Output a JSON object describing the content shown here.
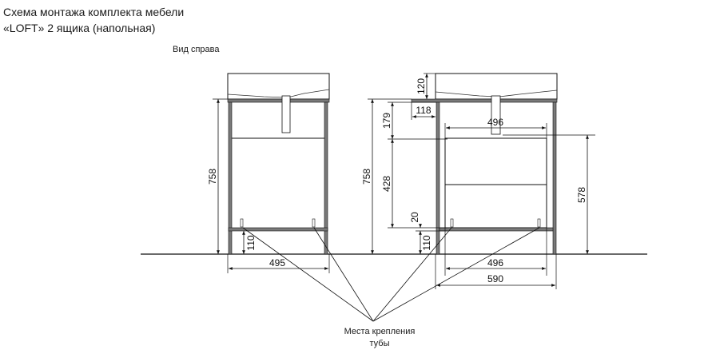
{
  "title": {
    "line1": "Схема монтажа комплекта мебели",
    "line2": "«LOFT» 2 ящика (напольная)"
  },
  "views": {
    "side_label": "Вид справа"
  },
  "dimensions": {
    "side_view": {
      "total_height": "758",
      "stretcher_height": "110",
      "width": "495"
    },
    "front_view": {
      "sink_height": "120",
      "sink_offset": "118",
      "total_height": "758",
      "top_gap": "179",
      "drawer_height": "428",
      "bottom_gap": "20",
      "stretcher_height": "110",
      "drawer_width_top": "496",
      "drawer_width_bottom": "496",
      "overall_width": "590",
      "drawer_top_height": "578"
    }
  },
  "annotation": {
    "caption_line1": "Места крепления",
    "caption_line2": "тубы"
  },
  "colors": {
    "line": "#111111",
    "frame": "#7a7a7a",
    "background": "#ffffff"
  }
}
